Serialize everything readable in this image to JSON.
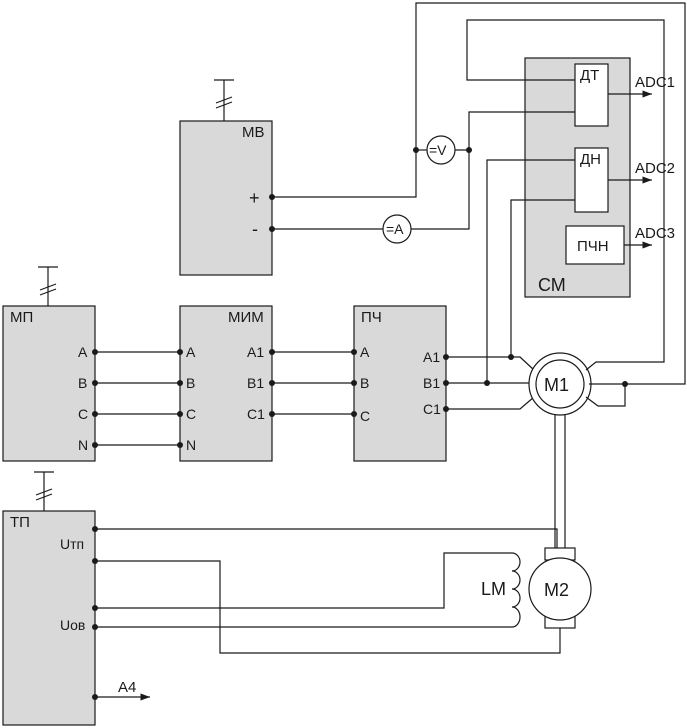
{
  "blocks": {
    "mv": "МВ",
    "mp": "МП",
    "mim": "МИМ",
    "pch": "ПЧ",
    "tp": "ТП",
    "sm": "СМ",
    "dt": "ДТ",
    "dn": "ДН",
    "pchn": "ПЧН"
  },
  "mv_ports": {
    "plus": "+",
    "minus": "-"
  },
  "mp_ports": [
    "A",
    "B",
    "C",
    "N"
  ],
  "mim_in": [
    "A",
    "B",
    "C",
    "N"
  ],
  "mim_out": [
    "A1",
    "B1",
    "C1"
  ],
  "pch_in": [
    "A",
    "B",
    "C"
  ],
  "pch_out": [
    "A1",
    "B1",
    "C1"
  ],
  "tp_ports": {
    "utp": "Uтп",
    "uov": "Uов",
    "a4": "A4"
  },
  "adc": [
    "ADC1",
    "ADC2",
    "ADC3"
  ],
  "meters": {
    "voltmeter": "=V",
    "ammeter": "=A"
  },
  "motors": {
    "m1": "M1",
    "m2": "M2"
  },
  "inductor": "LM"
}
